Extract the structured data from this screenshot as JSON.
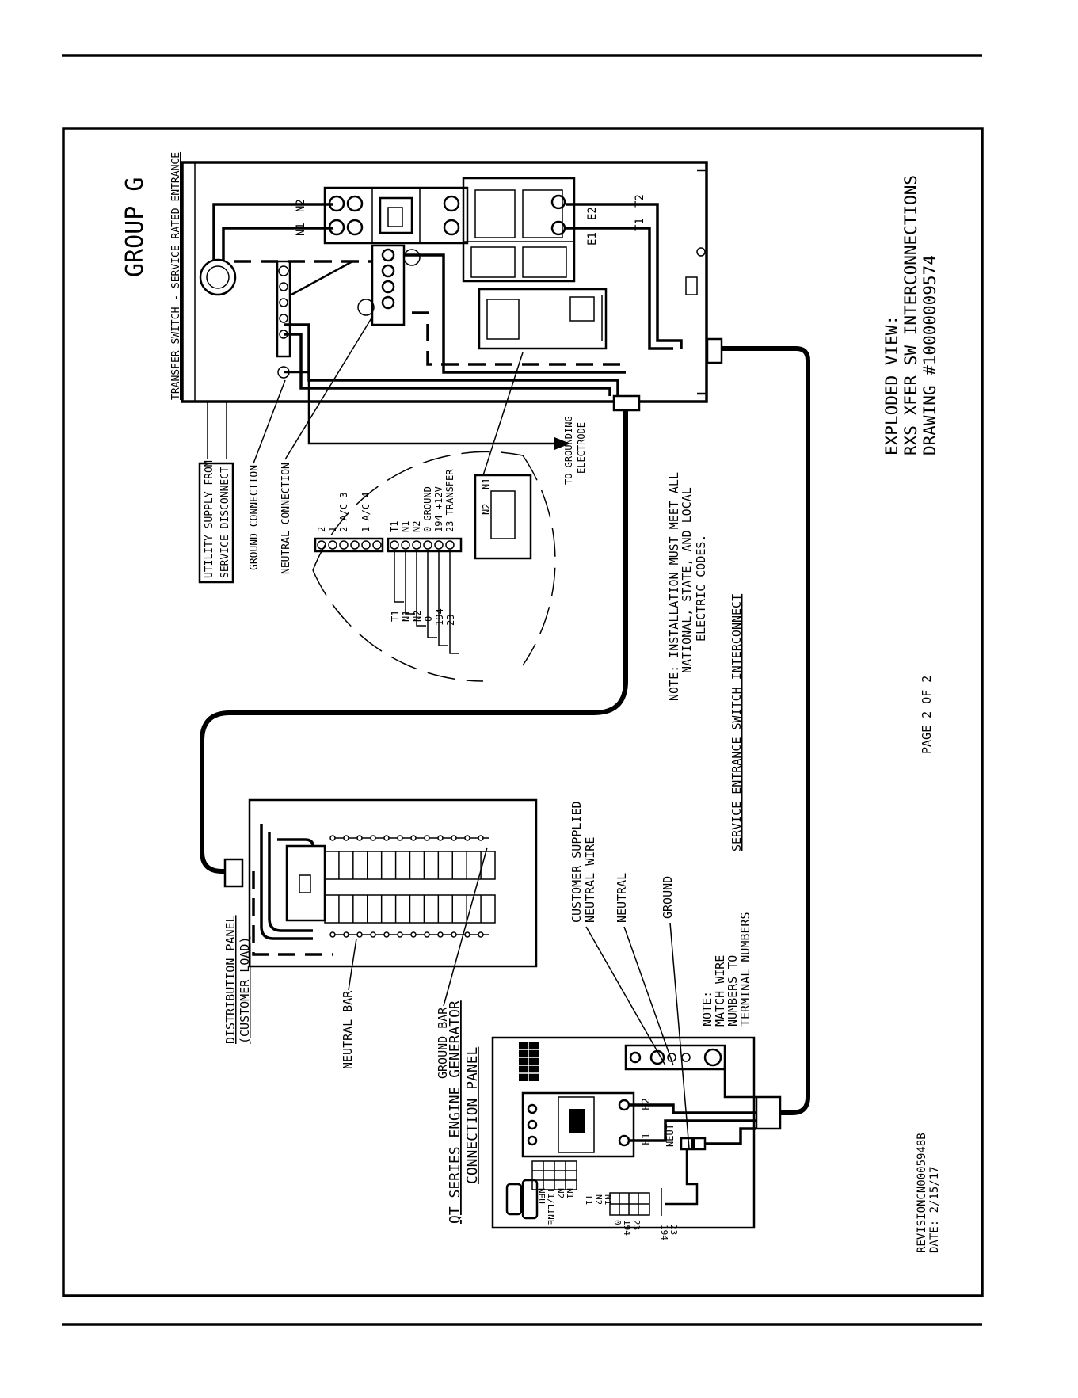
{
  "header": {
    "rule": true
  },
  "diagram": {
    "group_title": "GROUP G",
    "transfer_switch_label": "TRANSFER SWITCH - SERVICE RATED ENTRANCE",
    "utility_supply_line1": "UTILITY SUPPLY FROM",
    "utility_supply_line2": "SERVICE DISCONNECT",
    "ground_connection": "GROUND CONNECTION",
    "neutral_connection": "NEUTRAL CONNECTION",
    "to_grounding_line1": "TO GROUNDING",
    "to_grounding_line2": "ELECTRODE",
    "breaker_n1": "N1",
    "breaker_n2": "N2",
    "contactor_e1": "E1",
    "contactor_e2": "E2",
    "contactor_t1": "T1",
    "contactor_t2": "T2",
    "terminal_labels": [
      "2",
      "1",
      "2 A/C 3",
      "1 A/C 4",
      "T1",
      "N1",
      "N2",
      "0 GROUND",
      "194 +12V",
      "23 TRANSFER"
    ],
    "wire_labels": [
      "T1",
      "N1",
      "N2",
      "0",
      "194",
      "23"
    ],
    "zoom_n1": "N1",
    "zoom_n2": "N2",
    "note_line1": "NOTE: INSTALLATION MUST MEET ALL",
    "note_line2": "NATIONAL, STATE, AND LOCAL",
    "note_line3": "ELECTRIC CODES.",
    "service_entrance": "SERVICE ENTRANCE SWITCH INTERCONNECT",
    "exploded_line1": "EXPLODED VIEW:",
    "exploded_line2": "RXS XFER SW INTERCONNECTIONS",
    "exploded_line3": "DRAWING #10000009574",
    "page_label": "PAGE 2 OF 2",
    "customer_supplied_line1": "CUSTOMER SUPPLIED",
    "customer_supplied_line2": "NEUTRAL WIRE",
    "neutral": "NEUTRAL",
    "ground": "GROUND",
    "note2_line1": "NOTE:",
    "note2_line2": "MATCH WIRE",
    "note2_line3": "NUMBERS TO",
    "note2_line4": "TERMINAL NUMBERS",
    "distribution_line1": "DISTRIBUTION PANEL",
    "distribution_line2": "(CUSTOMER LOAD)",
    "neutral_bar": "NEUTRAL BAR",
    "ground_bar": "GROUND BAR",
    "qt_line1": "QT SERIES ENGINE GENERATOR",
    "qt_line2": "CONNECTION PANEL",
    "gen_e1": "E1",
    "gen_e2": "E2",
    "gen_neut": "NEUT",
    "gen_terms": [
      "NEU",
      "T1/LINE",
      "N2",
      "N1",
      "T1",
      "N2",
      "N1"
    ],
    "gen_terms2": [
      "0",
      "194",
      "23",
      "194",
      "23"
    ],
    "revision": "REVISIONCN0005948B",
    "date": "DATE: 2/15/17"
  }
}
